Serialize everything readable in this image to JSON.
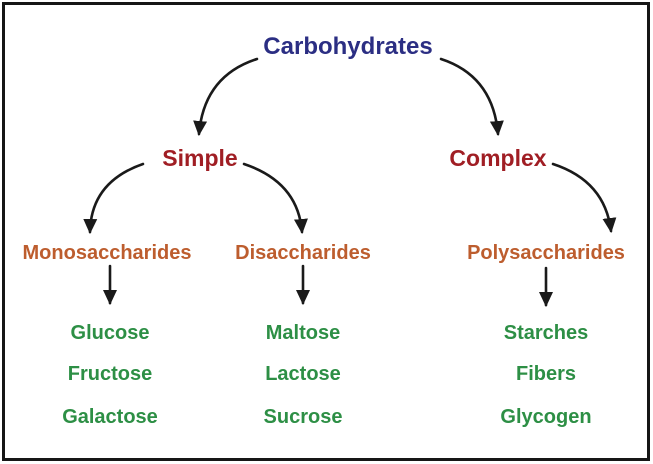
{
  "diagram": {
    "root": {
      "label": "Carbohydrates"
    },
    "branches": [
      {
        "label": "Simple"
      },
      {
        "label": "Complex"
      }
    ],
    "categories": [
      {
        "label": "Monosaccharides"
      },
      {
        "label": "Disaccharides"
      },
      {
        "label": "Polysaccharides"
      }
    ],
    "leaves": {
      "monosaccharides": [
        "Glucose",
        "Fructose",
        "Galactose"
      ],
      "disaccharides": [
        "Maltose",
        "Lactose",
        "Sucrose"
      ],
      "polysaccharides": [
        "Starches",
        "Fibers",
        "Glycogen"
      ]
    },
    "colors": {
      "root": "#2B2E83",
      "branch": "#A01E24",
      "category": "#BD5D2E",
      "leaf": "#2D8F45",
      "arrow": "#1A1A1A"
    }
  }
}
